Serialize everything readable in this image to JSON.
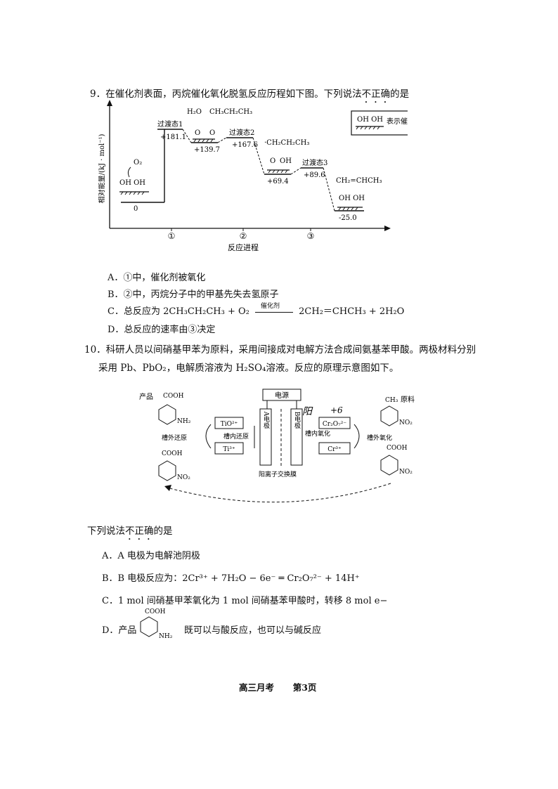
{
  "q9": {
    "stem_pre": "9．在催化剂表面，丙烷催化氧化脱氢反应历程如下图。下列说法",
    "stem_emph": "不正确",
    "stem_post": "的是",
    "chart": {
      "ylabel": "相对能量/(kJ · mol⁻¹)",
      "xlabel": "反应进程",
      "steps": [
        "①",
        "②",
        "③"
      ],
      "legend_label": "表示催化剂",
      "legend_groups": "OH OH",
      "energies": [
        "0",
        "+181.1",
        "+139.7",
        "+167.6",
        "+69.4",
        "+89.6",
        "-25.0"
      ],
      "ts_labels": [
        "过渡态1",
        "过渡态2",
        "过渡态3"
      ],
      "species": {
        "start_o2": "O₂",
        "start_surface": "OH OH",
        "top_h2o": "H₂O",
        "top_propane": "CH₃CH₂CH₃",
        "mid_propyl": "·CH₂CH₂CH₃",
        "end_propene": "CH₂=CHCH₃",
        "end_surface": "OH OH"
      }
    },
    "options": {
      "A": "A．①中，催化剂被氧化",
      "B": "B．②中，丙烷分子中的甲基先失去氢原子",
      "C_pre": "C．总反应为 2CH₃CH₂CH₃ + O₂",
      "C_cond": "催化剂",
      "C_post": "2CH₂＝CHCH₃ + 2H₂O",
      "D": "D．总反应的速率由③决定"
    }
  },
  "q10": {
    "stem_line1": "10．科研人员以间硝基甲苯为原料，采用间接成对电解方法合成间氨基苯甲酸。两极材料分别",
    "stem_line2": "采用 Pb、PbO₂，电解质溶液为 H₂SO₄溶液。反应的原理示意图如下。",
    "diagram": {
      "power": "电源",
      "product_label": "产品",
      "raw_label": "原料",
      "cooh": "COOH",
      "nh2": "NH₂",
      "no2": "NO₂",
      "ch3": "CH₃",
      "tio": "TiO²⁺",
      "ti3": "Ti³⁺",
      "cr2o7": "Cr₂O₇²⁻",
      "cr3": "Cr³⁺",
      "a_electrode": "A电极",
      "b_electrode": "B电极",
      "outside_reduce": "槽外还原",
      "inside_reduce": "槽内还原",
      "inside_oxidize": "槽内氧化",
      "outside_oxidize": "槽外氧化",
      "membrane": "阳离子交换膜",
      "handwritten_yang": "阳",
      "handwritten_plus6": "+6"
    },
    "question_pre": "下列说法",
    "question_emph": "不正确",
    "question_post": "的是",
    "options": {
      "A": "A．A 电极为电解池阴极",
      "B": "B．B 电极反应为：2Cr³⁺ + 7H₂O − 6e⁻ ═ Cr₂O₇²⁻ + 14H⁺",
      "C": "C．1 mol 间硝基甲苯氧化为 1 mol 间硝基苯甲酸时，转移 8 mol e−",
      "D_pre": "D．产品",
      "D_cooh": "COOH",
      "D_nh2": "NH₂",
      "D_post": "既可以与酸反应，也可以与碱反应"
    }
  },
  "footer": {
    "exam": "高三月考",
    "page": "第3页"
  }
}
